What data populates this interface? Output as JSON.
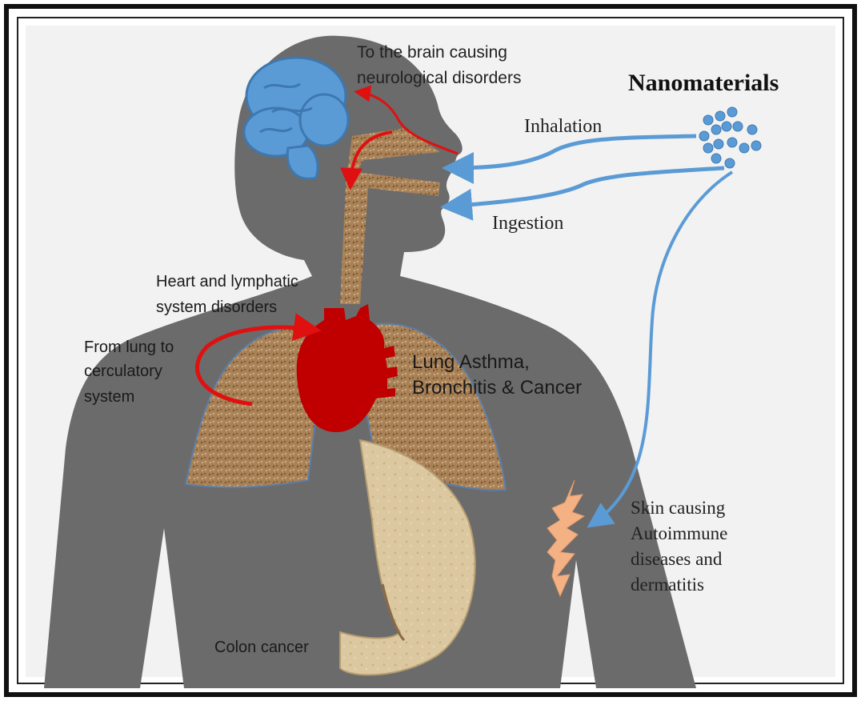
{
  "title": "Nanomaterials",
  "labels": {
    "brain": [
      "To the brain causing",
      "neurological disorders"
    ],
    "inhalation": "Inhalation",
    "ingestion": "Ingestion",
    "heart": [
      "Heart and lymphatic",
      "system disorders"
    ],
    "lung_to_circ": [
      "From lung to",
      "cerculatory",
      "system"
    ],
    "lung": [
      "Lung Asthma,",
      "Bronchitis & Cancer"
    ],
    "skin": [
      "Skin causing",
      "Autoimmune",
      "diseases and",
      "dermatitis"
    ],
    "colon": "Colon cancer"
  },
  "colors": {
    "body": "#6b6b6b",
    "brain": "#5b9bd5",
    "heart": "#c00000",
    "lung": "#a07a52",
    "stomach": "#dcc8a0",
    "skin": "#f4b183",
    "blue_arrow": "#5b9bd5",
    "red_arrow": "#e01010"
  }
}
